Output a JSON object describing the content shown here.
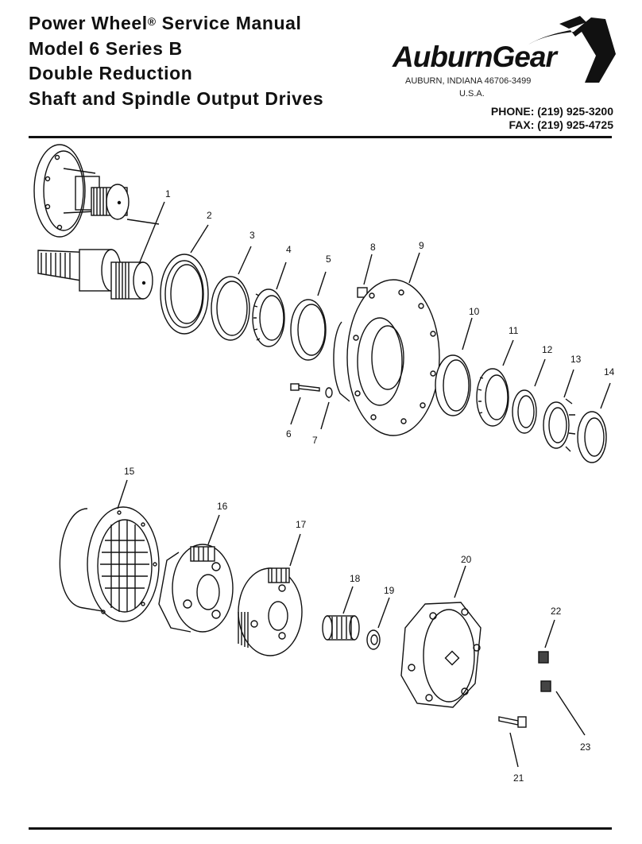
{
  "header": {
    "title_line1_main": "Power Wheel",
    "title_line1_sup": "®",
    "title_line1_rest": " Service Manual",
    "title_line2": "Model 6 Series B",
    "title_line3": "Double Reduction",
    "title_line4": "Shaft and Spindle Output Drives",
    "brand_logo_text": "AuburnGear",
    "address": "AUBURN, INDIANA 46706-3499",
    "country": "U.S.A.",
    "phone": "PHONE: (219) 925-3200",
    "fax": "FAX: (219) 925-4725"
  },
  "diagram": {
    "callouts": [
      "1",
      "2",
      "3",
      "4",
      "5",
      "6",
      "7",
      "8",
      "9",
      "10",
      "11",
      "12",
      "13",
      "14",
      "15",
      "16",
      "17",
      "18",
      "19",
      "20",
      "21",
      "22",
      "23"
    ]
  }
}
